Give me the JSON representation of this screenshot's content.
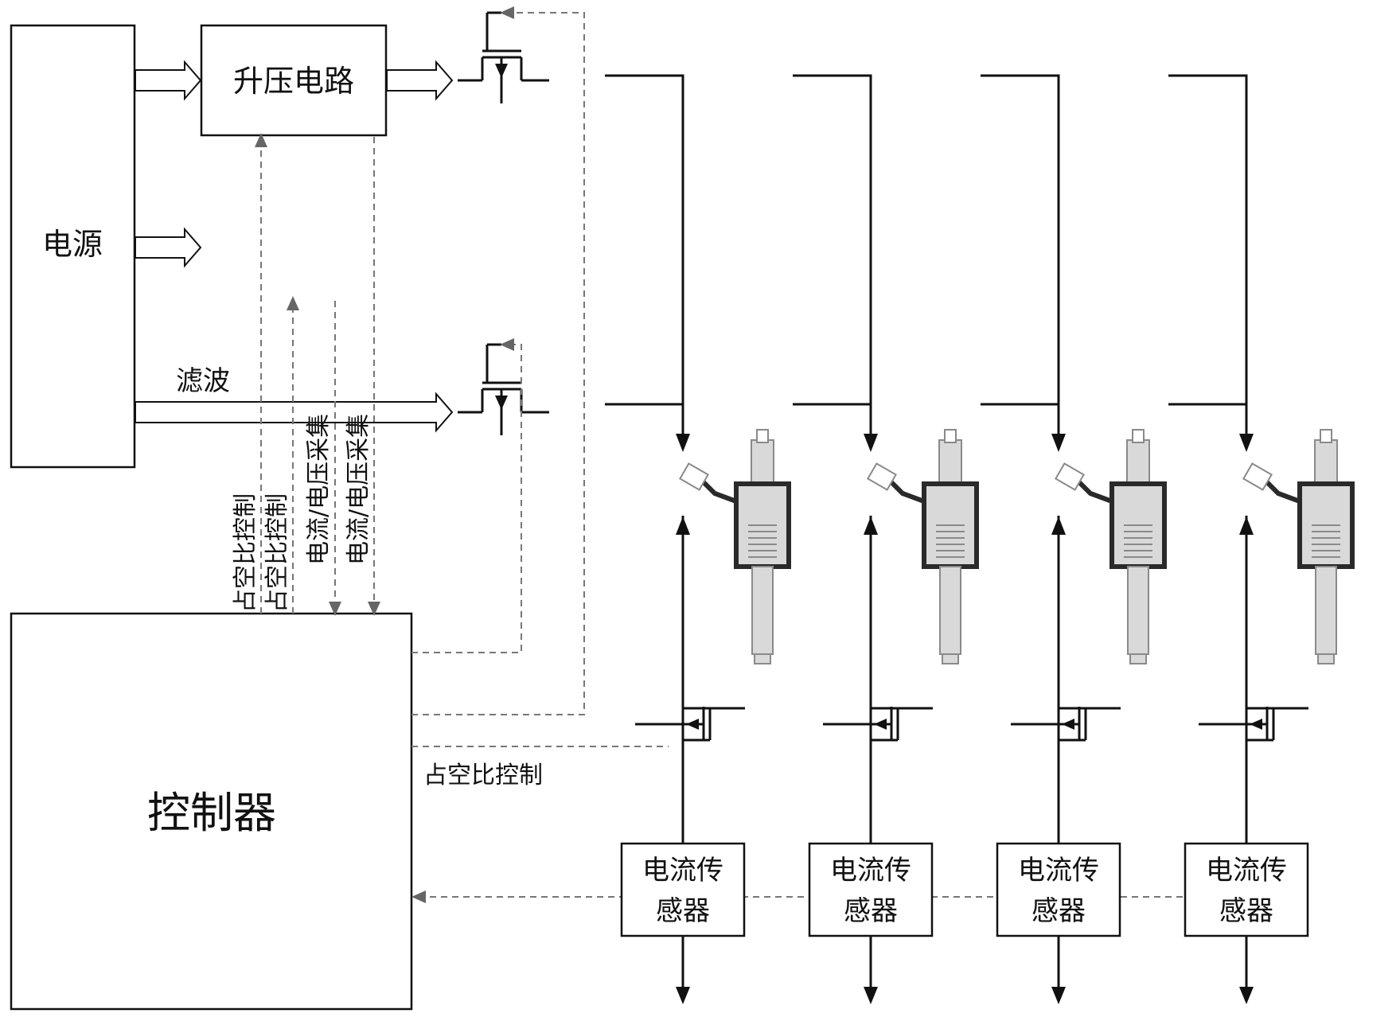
{
  "blocks": {
    "power_source": "电源",
    "boost_circuit": "升压电路",
    "controller": "控制器"
  },
  "labels": {
    "filter": "滤波",
    "duty_cycle_control_a": "占空比控制",
    "duty_cycle_control_b": "占空比控制",
    "current_voltage_acquisition_a": "电流/电压采集",
    "current_voltage_acquisition_b": "电流/电压采集",
    "duty_cycle_control_low": "占空比控制"
  },
  "current_sensors": [
    {
      "line1": "电流传",
      "line2": "感器"
    },
    {
      "line1": "电流传",
      "line2": "感器"
    },
    {
      "line1": "电流传",
      "line2": "感器"
    },
    {
      "line1": "电流传",
      "line2": "感器"
    }
  ],
  "colors": {
    "line": "#111111",
    "dashed": "#777777",
    "injector_body": "#8a8a8a",
    "injector_dark": "#2a2a2a",
    "injector_light": "#d9d9d9"
  }
}
